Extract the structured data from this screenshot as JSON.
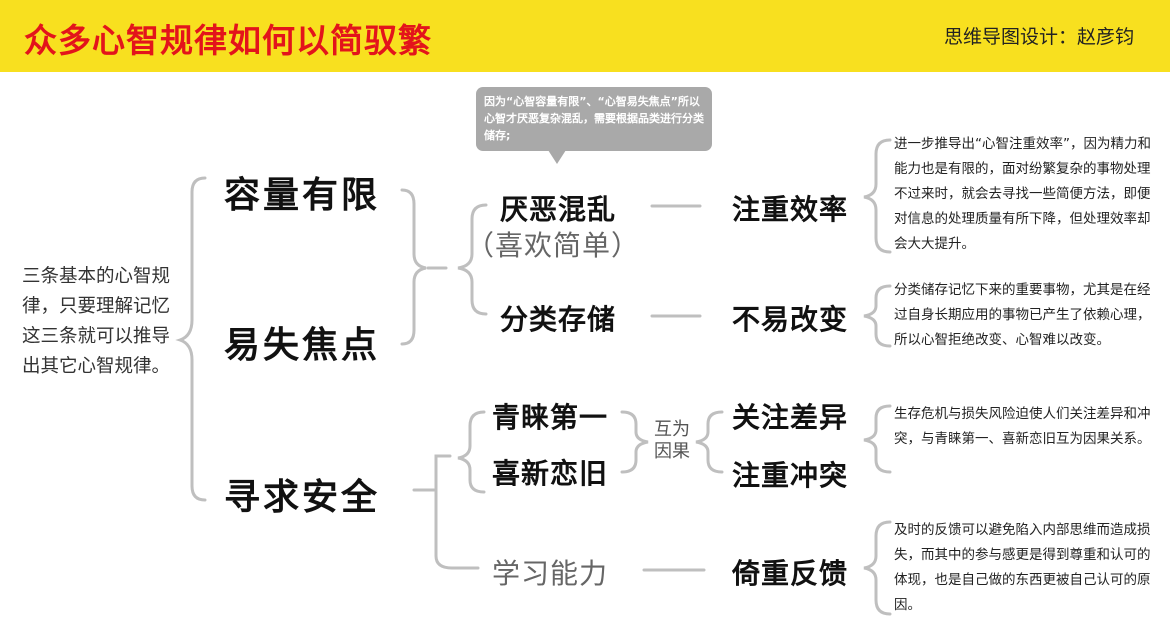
{
  "header": {
    "title": "众多心智规律如何以简驭繁",
    "credit": "思维导图设计：赵彦钧"
  },
  "root": {
    "text": "三条基本的心智规律，只要理解记忆这三条就可以推导出其它心智规律。"
  },
  "branches": {
    "capacity": "容量有限",
    "focus": "易失焦点",
    "safety": "寻求安全"
  },
  "bubble": {
    "text": "因为“心智容量有限”、“心智易失焦点”所以心智才厌恶复杂混乱，需要根据品类进行分类储存;"
  },
  "mid": {
    "aversion": "厌恶混乱",
    "simple": "（喜欢简单）",
    "classify": "分类存储",
    "first": "青睐第一",
    "novelty": "喜新恋旧",
    "learning": "学习能力",
    "mutual": "互为",
    "cause": "因果"
  },
  "results": {
    "efficiency": "注重效率",
    "stable": "不易改变",
    "difference": "关注差异",
    "conflict": "注重冲突",
    "feedback": "倚重反馈"
  },
  "notes": {
    "efficiency": "进一步推导出“心智注重效率”，因为精力和能力也是有限的，面对纷繁复杂的事物处理不过来时，就会去寻找一些简便方法，即便对信息的处理质量有所下降，但处理效率却会大大提升。",
    "stable": "分类储存记忆下来的重要事物，尤其是在经过自身长期应用的事物已产生了依赖心理，所以心智拒绝改变、心智难以改变。",
    "difference": "生存危机与损失风险迫使人们关注差异和冲突，与青睐第一、喜新恋旧互为因果关系。",
    "feedback": "及时的反馈可以避免陷入内部思维而造成损失，而其中的参与感更是得到尊重和认可的体现，也是自己做的东西更被自己认可的原因。"
  },
  "colors": {
    "header_bg": "#f8e01f",
    "title": "#e3141b",
    "lines": "#bfbfbf",
    "bubble": "#a9a9a9"
  }
}
